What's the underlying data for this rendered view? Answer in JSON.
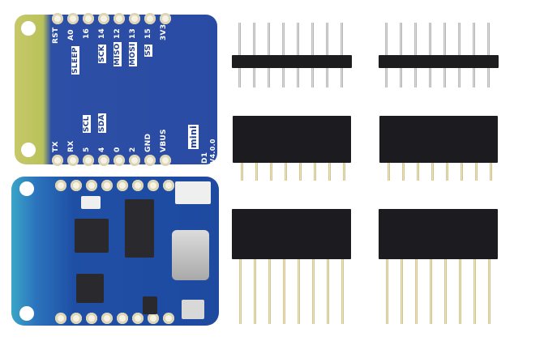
{
  "scene": {
    "description": "Product photo: WeMos D1 mini (V4.0.0) board shown back and front, with two male pin headers, two short female headers and two long-leg female stacking headers",
    "background_color": "#ffffff"
  },
  "board_back": {
    "top_labels": [
      "RST",
      "A0",
      "16",
      "14",
      "12",
      "13",
      "15",
      "3V3"
    ],
    "top_function_labels": [
      "SLEEP",
      "SCK",
      "MISO",
      "MOSI",
      "SS"
    ],
    "bottom_labels": [
      "TX",
      "RX",
      "5",
      "4",
      "0",
      "2",
      "GND",
      "VBUS"
    ],
    "bottom_function_labels": [
      "SCL",
      "SDA"
    ],
    "model_label": "D1",
    "model_badge": "mini",
    "version": "V4.0.0",
    "pcb_color": "#2a4ba3",
    "antenna_color": "#c0c45e"
  },
  "board_front": {
    "components": [
      "ESP8266 chip",
      "USB-serial chip",
      "flash chip",
      "regulator",
      "USB-C port",
      "JST connector",
      "reset button",
      "LED"
    ],
    "pcb_color": "#1f4fa5",
    "edge_color": "#3aa6c7"
  },
  "headers": {
    "male_pin_headers": {
      "count": 2,
      "pins_each": 8
    },
    "female_short_headers": {
      "count": 2,
      "pins_each": 8
    },
    "female_long_headers": {
      "count": 2,
      "pins_each": 8
    }
  }
}
